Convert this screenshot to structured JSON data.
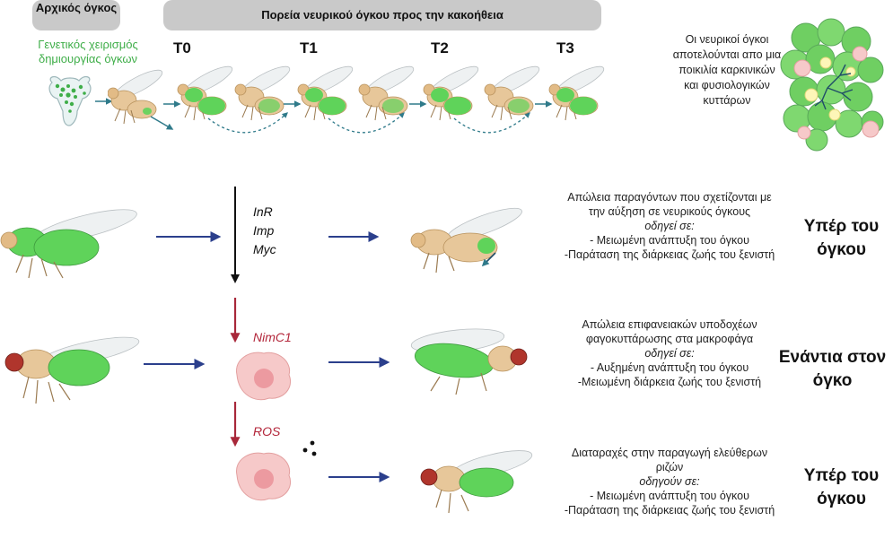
{
  "header": {
    "origin_label": "Αρχικός όγκος",
    "course_label": "Πορεία νευρικού όγκου προς την κακοήθεια",
    "genetic_caption": "Γενετικός χειρισμός δημιουργίας όγκων"
  },
  "timepoints": [
    "T0",
    "T1",
    "T2",
    "T3"
  ],
  "tumor_note": "Οι νευρικοί όγκοι αποτελούνται απο μια ποικιλία καρκινικών και φυσιολογικών κυττάρων",
  "rows": [
    {
      "genes": [
        "InR",
        "Imp",
        "Myc"
      ],
      "description": [
        "Απώλεια παραγόντων που σχετίζονται με την αύξηση σε νευρικούς όγκους",
        "οδηγεί σε:",
        "- Μειωμένη ανάπτυξη του όγκου",
        "-Παράταση της διάρκειας ζωής του ξενιστή"
      ],
      "verdict": "Υπέρ του όγκου"
    },
    {
      "genes": [
        "NimC1"
      ],
      "description": [
        "Απώλεια επιφανειακών υποδοχέων φαγοκυττάρωσης στα μακροφάγα",
        "οδηγεί σε:",
        "- Αυξημένη ανάπτυξη του όγκου",
        "-Μειωμένη διάρκεια ζωής του ξενιστή"
      ],
      "verdict": "Ενάντια στον όγκο"
    },
    {
      "genes": [
        "ROS"
      ],
      "description": [
        "Διαταραχές στην παραγωγή ελεύθερων ριζών",
        "οδηγούν σε:",
        "- Μειωμένη ανάπτυξη του όγκου",
        "-Παράταση της διάρκειας ζωής του ξενιστή"
      ],
      "verdict": "Υπέρ του όγκου"
    }
  ],
  "colors": {
    "tumor_green": "#5fd35a",
    "fly_body": "#e7c79a",
    "arrow_blue": "#2b3f8c",
    "arrow_red": "#a8283a",
    "macrophage": "#f6c9c9"
  }
}
